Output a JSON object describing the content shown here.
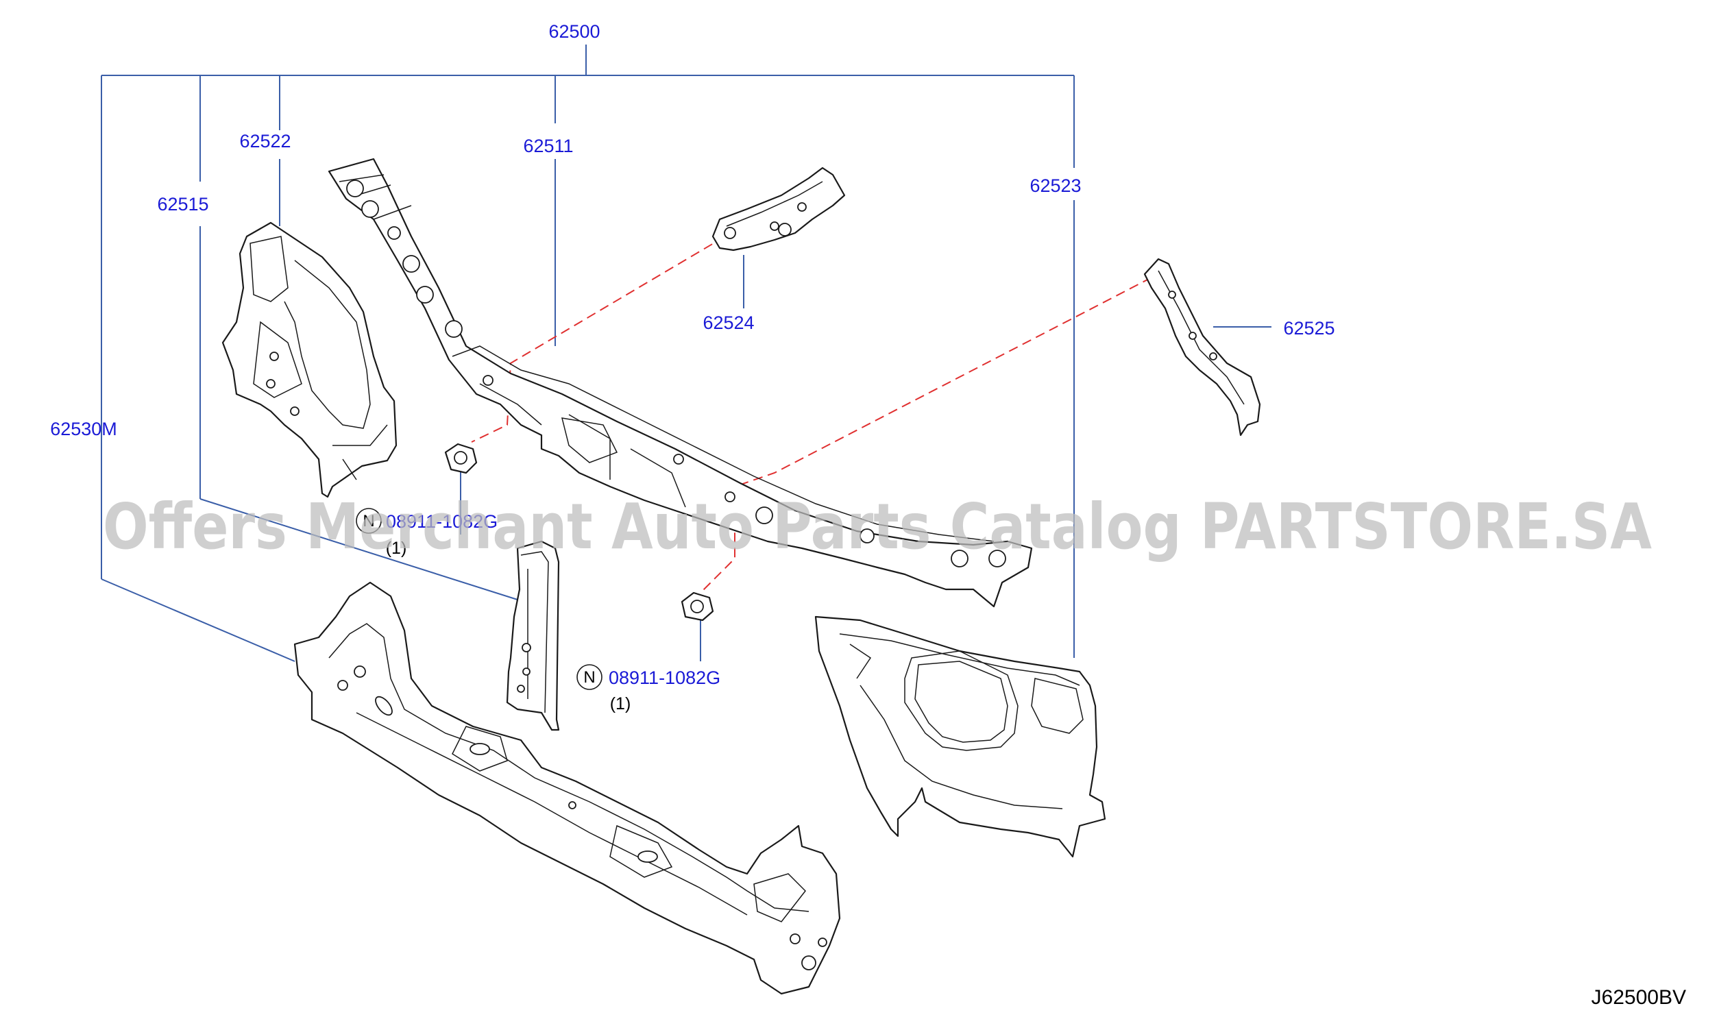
{
  "colors": {
    "callout": "#1a1ad6",
    "leader": "#3a5ea8",
    "phantom": "#e03030",
    "line": "#1a1a1a",
    "watermark": "#bdbdbd"
  },
  "callouts": {
    "assembly": "62500",
    "support_upper": "62511",
    "support_lower": "62530M",
    "stay_left": "62515",
    "side_left": "62522",
    "side_right": "62523",
    "bracket_center": "62524",
    "bracket_right": "62525"
  },
  "fasteners": [
    {
      "symbol": "N",
      "part_no": "08911-1082G",
      "qty": "(1)"
    },
    {
      "symbol": "N",
      "part_no": "08911-1082G",
      "qty": "(1)"
    }
  ],
  "watermark": "Offers Merchant Auto Parts Catalog PARTSTORE.SA",
  "diagram_code": "J62500BV"
}
